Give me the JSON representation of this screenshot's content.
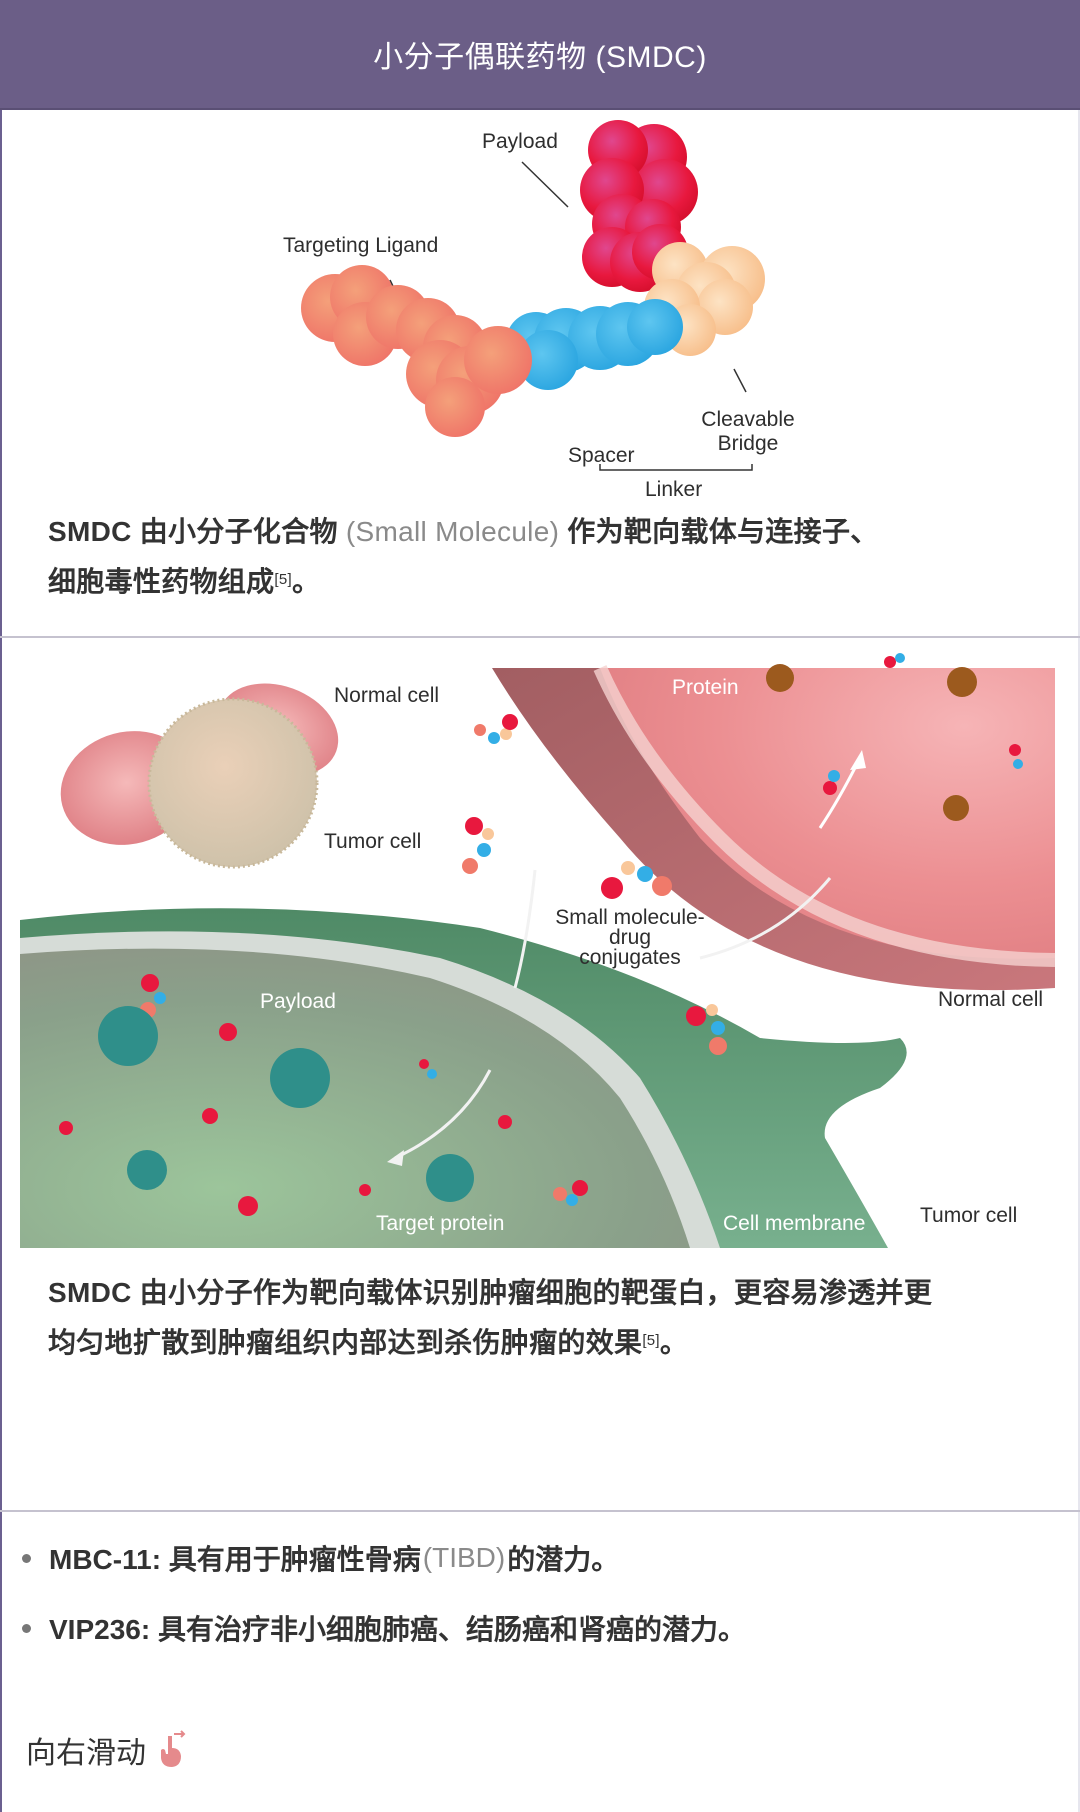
{
  "header": {
    "title": "小分子偶联药物 (SMDC)"
  },
  "diagram1": {
    "labels": {
      "payload": "Payload",
      "targeting_ligand": "Targeting Ligand",
      "spacer": "Spacer",
      "cleavable_bridge_line1": "Cleavable",
      "cleavable_bridge_line2": "Bridge",
      "linker": "Linker"
    },
    "colors": {
      "payload": "#e8183e",
      "ligand": "#f07a6a",
      "spacer": "#33aee6",
      "bridge": "#f9c79a"
    }
  },
  "caption1": {
    "text_a": "SMDC 由小分子化合物 ",
    "muted": "(Small Molecule)",
    "text_b": " 作为靶向载体与连接子、",
    "text_c": "细胞毒性药物组成",
    "ref": "[5]",
    "end": "。"
  },
  "diagram2": {
    "labels": {
      "normal_cell_top": "Normal cell",
      "tumor_cell_top": "Tumor cell",
      "protein": "Protein",
      "smdc_line1": "Small molecule-",
      "smdc_line2": "drug",
      "smdc_line3": "conjugates",
      "normal_cell_right": "Normal cell",
      "payload": "Payload",
      "target_protein": "Target protein",
      "cell_membrane": "Cell membrane",
      "tumor_cell_bottom": "Tumor cell"
    }
  },
  "caption2": {
    "line1": "SMDC 由小分子作为靶向载体识别肿瘤细胞的靶蛋白，更容易渗透并更",
    "line2": "均匀地扩散到肿瘤组织内部达到杀伤肿瘤的效果",
    "ref": "[5]",
    "end": "。"
  },
  "bullets": [
    {
      "text_a": "MBC-11: 具有用于肿瘤性骨病 ",
      "muted": "(TIBD)",
      "text_b": " 的潜力。"
    },
    {
      "text_a": "VIP236: 具有治疗非小细胞肺癌、结肠癌和肾癌的潜力。",
      "muted": "",
      "text_b": ""
    }
  ],
  "footer": {
    "swipe_label": "向右滑动",
    "swipe_icon": "hand-swipe-right-icon"
  }
}
